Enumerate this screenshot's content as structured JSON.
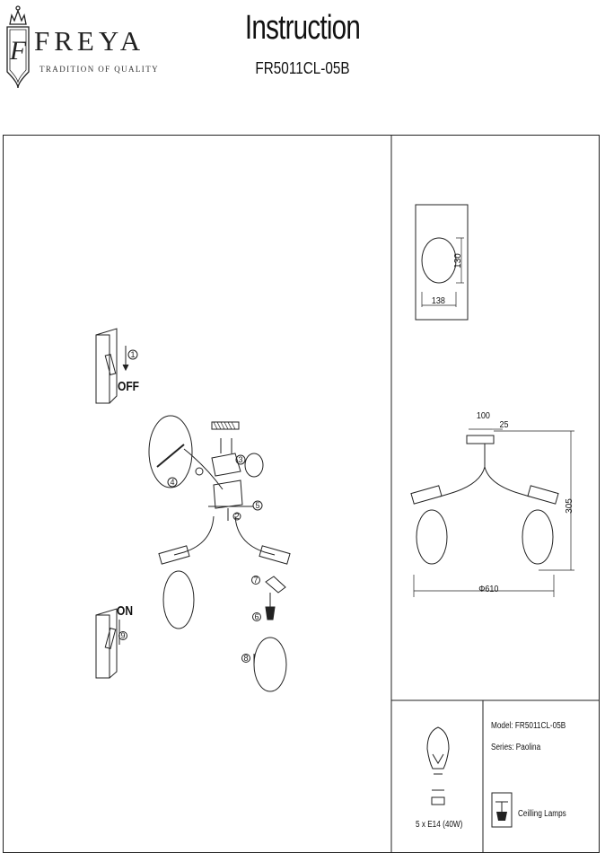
{
  "header": {
    "brand": "FREYA",
    "tagline": "TRADITION OF QUALITY",
    "logo_letter": "F",
    "title": "Instruction",
    "model_code": "FR5011CL-05B"
  },
  "steps": {
    "off_label": "OFF",
    "on_label": "ON",
    "step_numbers": [
      "①",
      "②",
      "③",
      "④",
      "⑤",
      "⑥",
      "⑦",
      "⑧",
      "⑨"
    ]
  },
  "dimensions": {
    "shade_height": "130",
    "shade_width": "138",
    "base_width": "100",
    "base_depth": "25",
    "height": "305",
    "diameter": "Φ610"
  },
  "info": {
    "model": "Model: FR5011CL-05B",
    "series": "Series: Paolina",
    "bulb": "5 x E14 (40W)",
    "category": "Ceilling Lamps"
  }
}
